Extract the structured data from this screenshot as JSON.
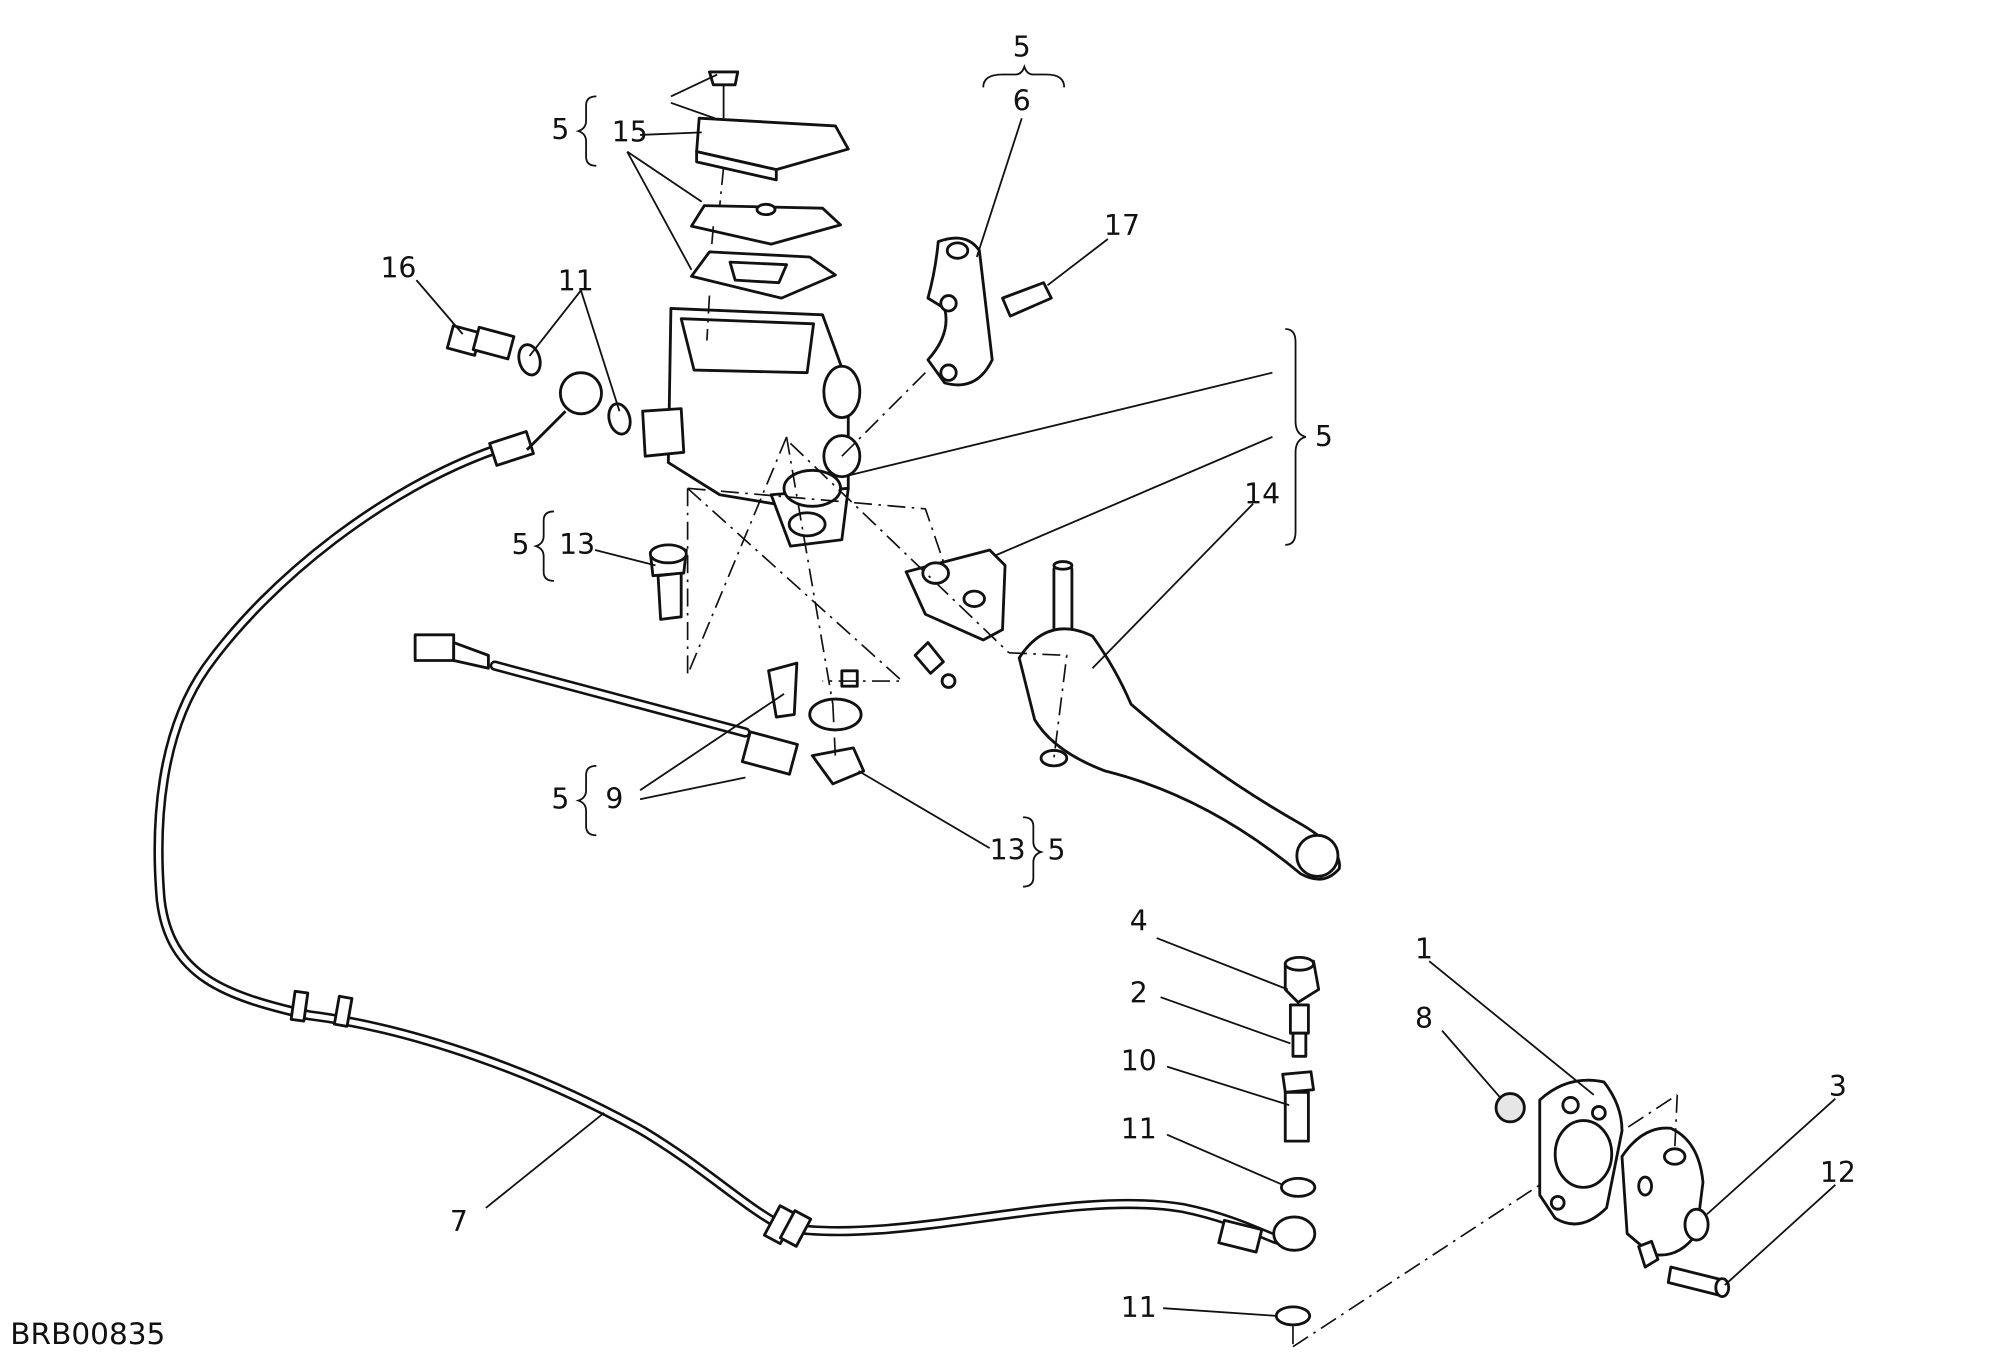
{
  "drawing_code": "BRB00835",
  "callouts": {
    "c1": "1",
    "c2": "2",
    "c3": "3",
    "c4": "4",
    "c5_top": "5",
    "c5_left_top": "5",
    "c5_right": "5",
    "c5_left_13": "5",
    "c5_left_9": "5",
    "c5_bottom_13": "5",
    "c6": "6",
    "c7": "7",
    "c8": "8",
    "c9": "9",
    "c10": "10",
    "c11_top": "11",
    "c11_mid": "11",
    "c11_bottom": "11",
    "c12": "12",
    "c13_left": "13",
    "c13_bottom": "13",
    "c14": "14",
    "c15": "15",
    "c16": "16",
    "c17": "17"
  }
}
